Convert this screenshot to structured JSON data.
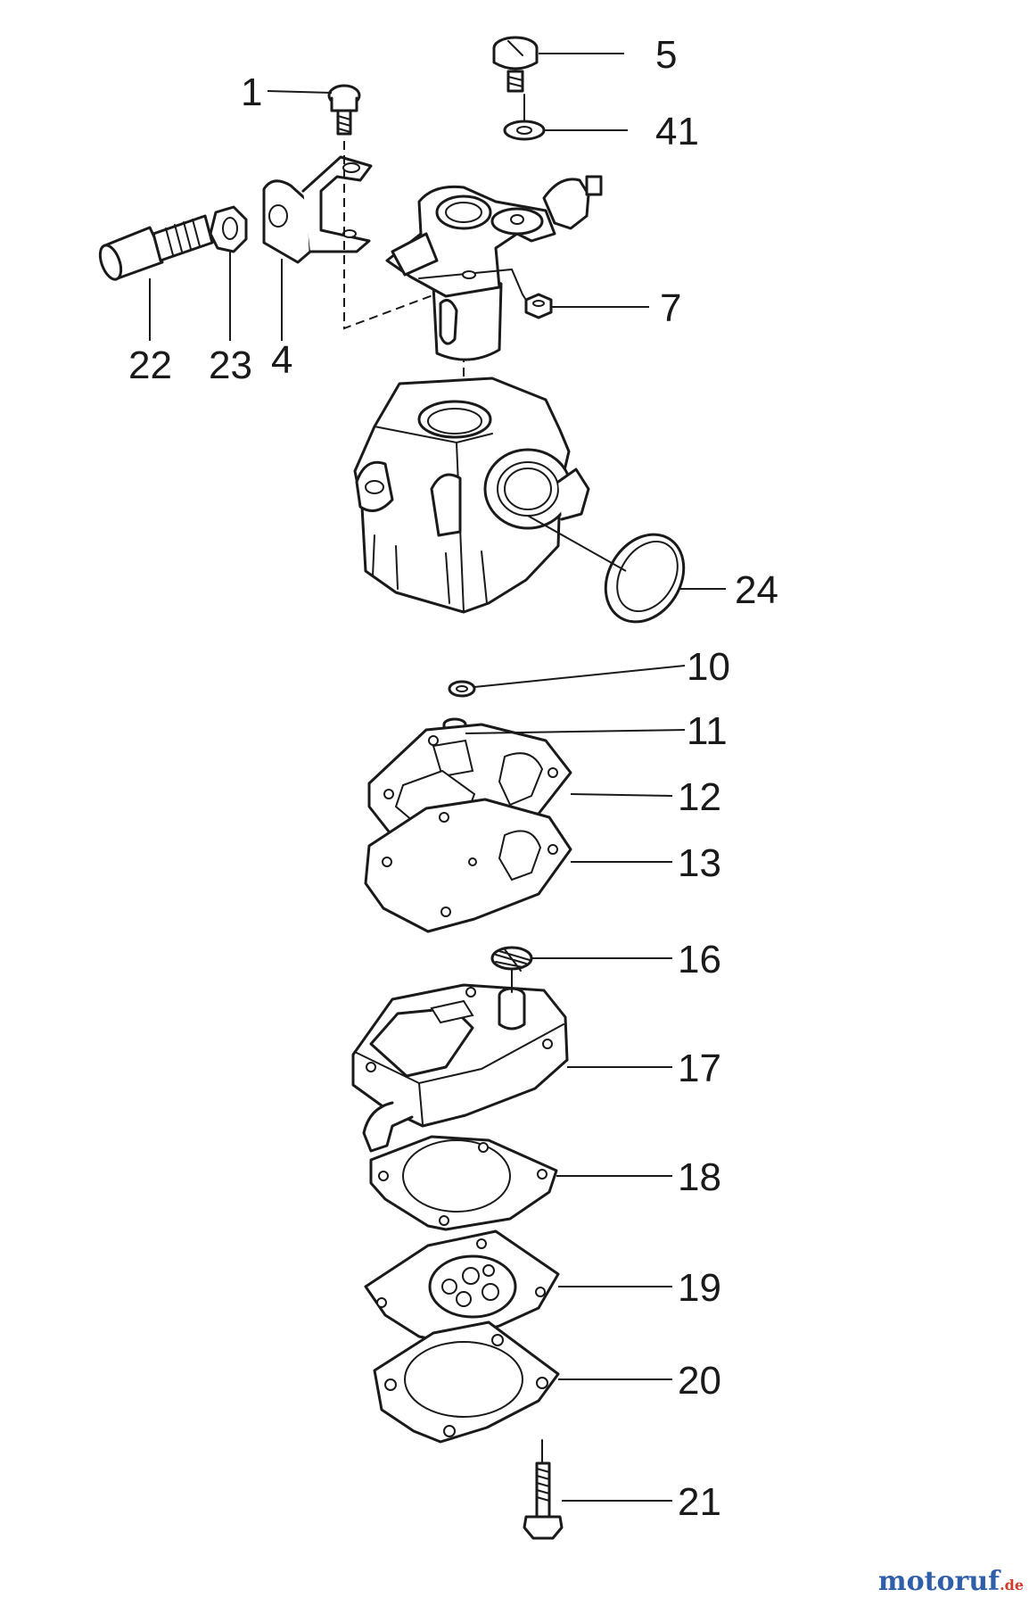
{
  "callouts": {
    "p1": "1",
    "p5": "5",
    "p41": "41",
    "p7": "7",
    "p22": "22",
    "p23": "23",
    "p4": "4",
    "p24": "24",
    "p10": "10",
    "p11": "11",
    "p12": "12",
    "p13": "13",
    "p16": "16",
    "p17": "17",
    "p18": "18",
    "p19": "19",
    "p20": "20",
    "p21": "21"
  },
  "watermark": {
    "main": "motoruf",
    "suffix": ".de"
  }
}
